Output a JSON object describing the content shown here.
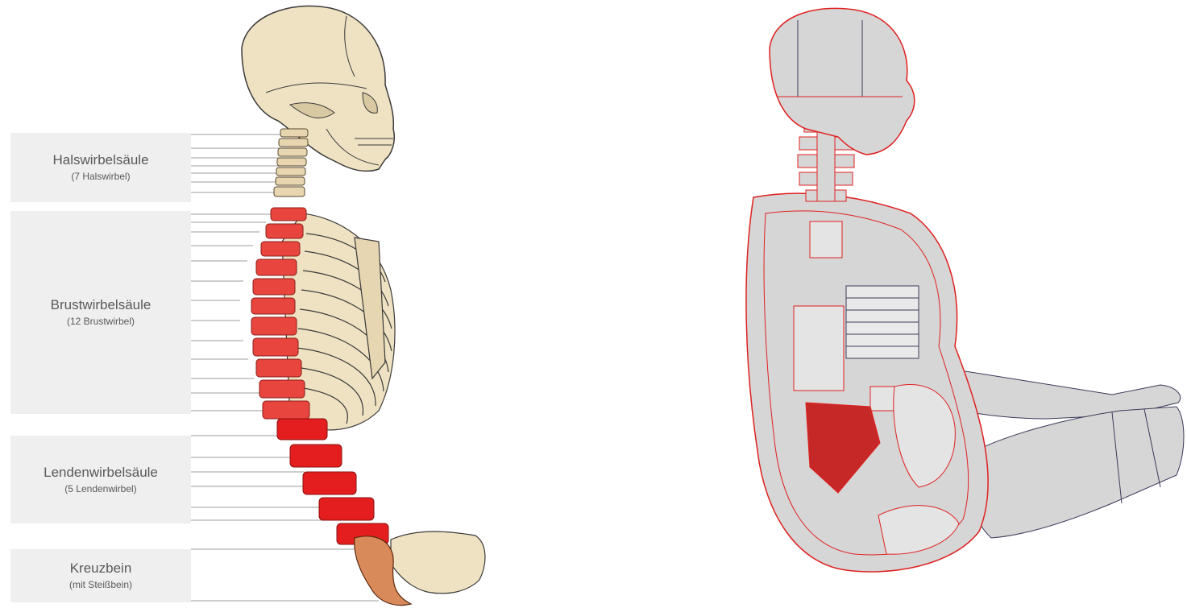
{
  "regions": [
    {
      "title": "Halswirbelsäule",
      "subtitle": "(7 Halswirbel)"
    },
    {
      "title": "Brustwirbelsäule",
      "subtitle": "(12 Brustwirbel)"
    },
    {
      "title": "Lendenwirbelsäule",
      "subtitle": "(5 Lendenwirbel)"
    },
    {
      "title": "Kreuzbein",
      "subtitle": "(mit Steißbein)"
    }
  ],
  "figures": {
    "left": "skeleton-spine-illustration",
    "right": "crash-test-dummy-cutaway"
  },
  "colors": {
    "spine_red": "#e8453e",
    "lumbar_red": "#e41e1e",
    "bone": "#efe2c2",
    "dummy_outline": "#e02020",
    "dummy_fill": "#d6d6d6",
    "highlight": "#c62828",
    "label_bg": "#efefef"
  }
}
